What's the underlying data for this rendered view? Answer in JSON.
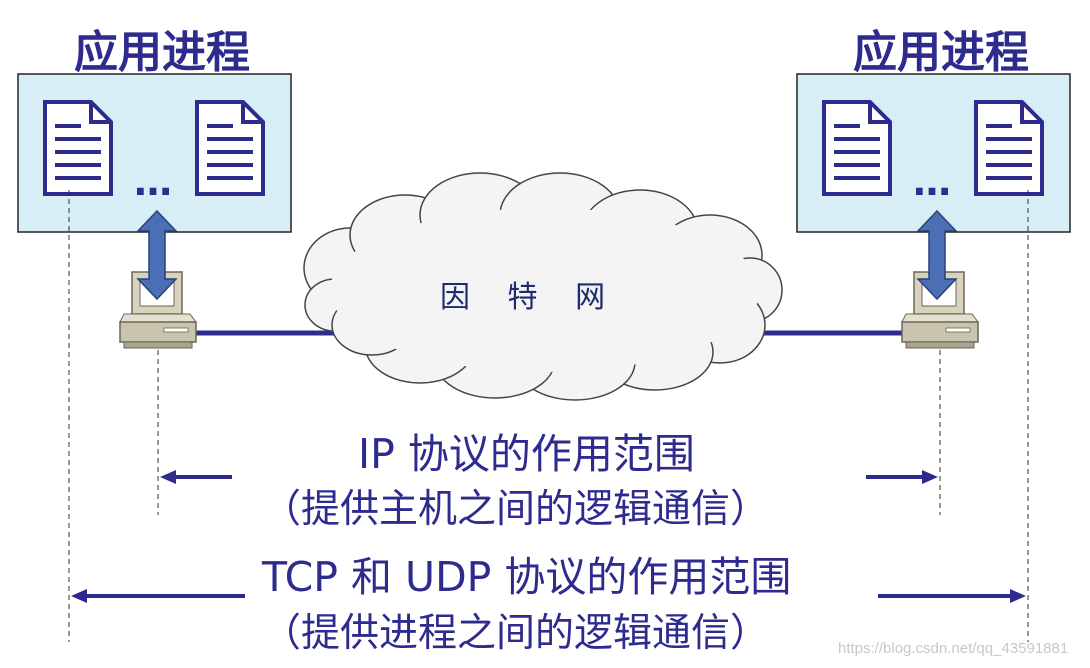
{
  "left_host": {
    "title": "应用进程",
    "ellipsis": "…"
  },
  "right_host": {
    "title": "应用进程",
    "ellipsis": "…"
  },
  "network": {
    "label": "因 特 网"
  },
  "ip_scope": {
    "title": "IP 协议的作用范围",
    "subtitle": "（提供主机之间的逻辑通信）"
  },
  "transport_scope": {
    "title": "TCP 和 UDP 协议的作用范围",
    "subtitle": "（提供进程之间的逻辑通信）"
  },
  "watermark": "https://blog.csdn.net/qq_43591881",
  "colors": {
    "box_fill": "#d7eef6",
    "ink": "#2e2b8f",
    "arrow_fill": "#4b6fb5",
    "computer": "#c9c4ae"
  }
}
